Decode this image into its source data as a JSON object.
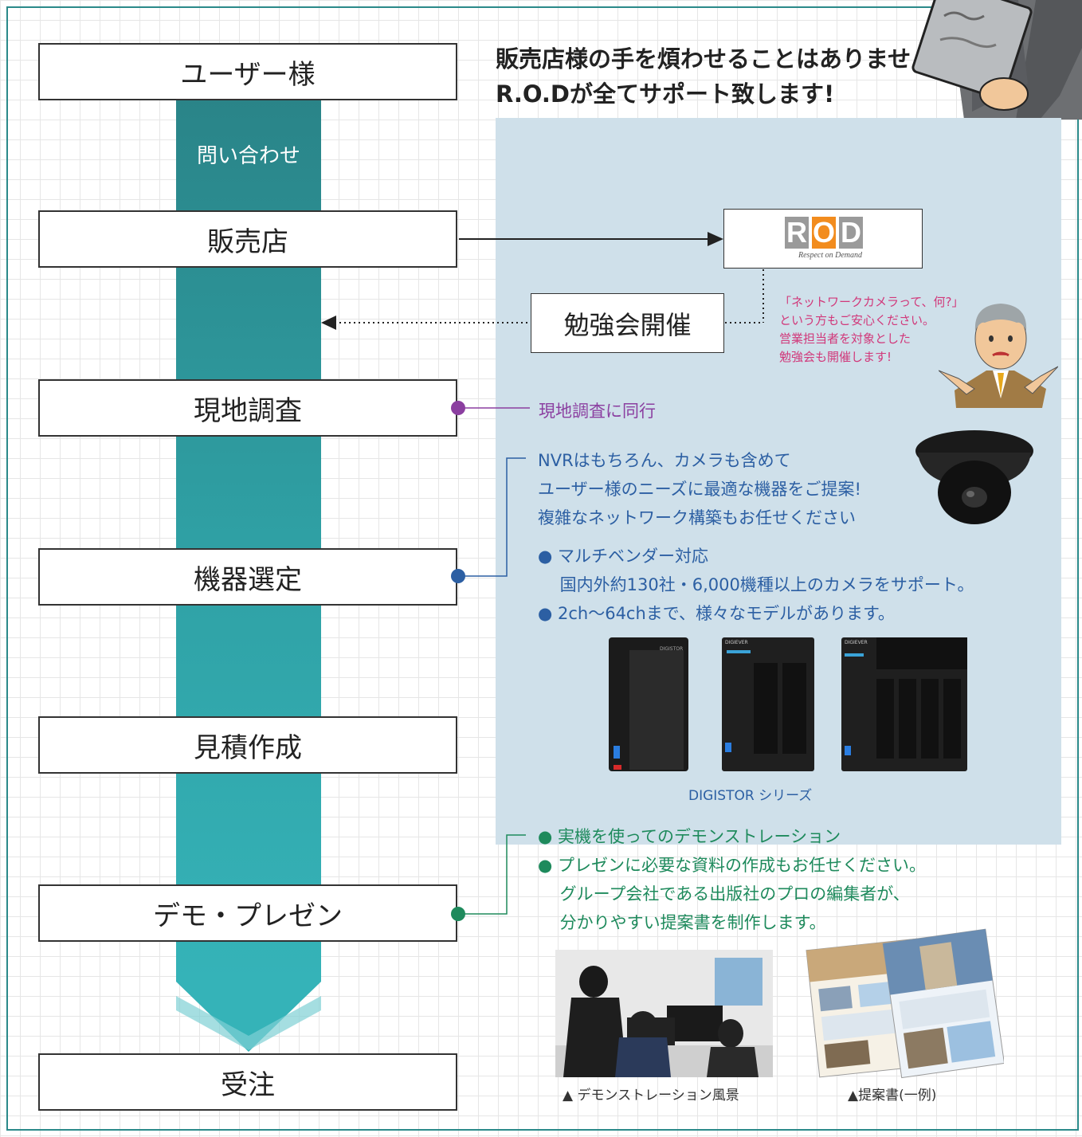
{
  "colors": {
    "flow_teal": "#2fa0a4",
    "panel_bg": "#cfe0ea",
    "rod_orange": "#f28c1e",
    "rod_gray": "#9a9a9a",
    "pink": "#d1387a",
    "purple": "#8b3fa0",
    "blue": "#2c5fa3",
    "green": "#1e8a5c"
  },
  "headline": {
    "line1": "販売店様の手を煩わせることはありません。",
    "line2": "R.O.Dが全てサポート致します!"
  },
  "flow": {
    "user": "ユーザー様",
    "inquiry": "問い合わせ",
    "dealer": "販売店",
    "survey": "現地調査",
    "selection": "機器選定",
    "estimate": "見積作成",
    "demo": "デモ・プレゼン",
    "order": "受注"
  },
  "rod_logo": {
    "letters": [
      "R",
      "O",
      "D"
    ],
    "tagline": "Respect on Demand"
  },
  "study": {
    "label": "勉強会開催",
    "note": [
      "「ネットワークカメラって、何?」",
      "という方もご安心ください。",
      "営業担当者を対象とした",
      "勉強会も開催します!"
    ]
  },
  "survey_note": "現地調査に同行",
  "selection_note": {
    "lines": [
      "NVRはもちろん、カメラも含めて",
      "ユーザー様のニーズに最適な機器をご提案!",
      "複雑なネットワーク構築もお任せください"
    ],
    "bullets": [
      "● マルチベンダー対応",
      "　 国内外約130社・6,000機種以上のカメラをサポート。",
      "● 2ch〜64chまで、様々なモデルがあります。"
    ]
  },
  "products": {
    "brand_1": "DIGISTOR",
    "brand_2": "DIGIEVER",
    "brand_3": "DIGIEVER",
    "caption": "DIGISTOR シリーズ"
  },
  "demo_note": {
    "lines": [
      "● 実機を使ってのデモンストレーション",
      "● プレゼンに必要な資料の作成もお任せください。",
      "　 グループ会社である出版社のプロの編集者が、",
      "　 分かりやすい提案書を制作します。"
    ]
  },
  "photos": {
    "demo_caption": "▲ デモンストレーション風景",
    "proposal_caption": "▲提案書(一例)"
  }
}
